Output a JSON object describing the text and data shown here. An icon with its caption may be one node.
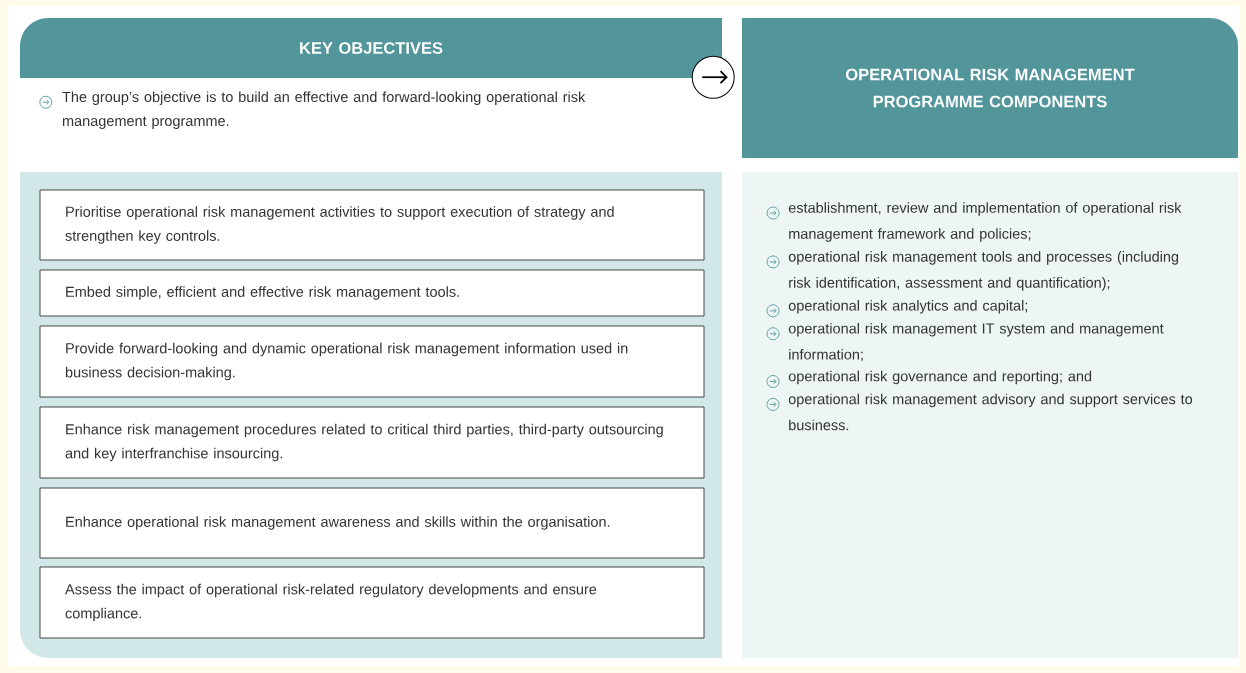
{
  "diagram": {
    "nodes": [
      {
        "text": [
          "KEY OBJECTIVES"
        ],
        "beside": [
          "The group’s objective is to build an effective and forward-looking operational risk management programme."
        ]
      },
      {
        "text": [
          "OPERATIONAL RISK MANAGEMENT PROGRAMME COMPONENTS"
        ]
      },
      {
        "text": [],
        "shape": "box"
      },
      {
        "text": [
          "Prioritise operational risk management activities to support execution of strategy and strengthen key controls."
        ],
        "in": 2
      },
      {
        "text": [
          "Embed simple, efficient and effective risk management tools."
        ],
        "in": 2
      },
      {
        "text": [
          "Provide forward-looking and dynamic operational risk management information used in business decision-making."
        ],
        "in": 2
      },
      {
        "text": [
          "Enhance risk management procedures related to critical third parties, third-party outsourcing and key interfranchise insourcing."
        ],
        "in": 2
      },
      {
        "text": [
          "Enhance operational risk management awareness and skills within the organisation."
        ],
        "in": 2
      },
      {
        "text": [
          "Assess the impact of operational risk-related regulatory developments and ensure compliance."
        ],
        "in": 2
      },
      {
        "text": [
          "establishment, review and implementation of operational risk management framework and policies;",
          "operational risk management tools and processes (including risk identification, assessment and quantification);",
          "operational risk analytics and capital;",
          "operational risk management IT system and management information;",
          "operational risk governance and reporting; and",
          "operational risk management advisory and support services to business."
        ]
      }
    ],
    "edges": [
      {
        "from": 0,
        "to": 1,
        "arrow": "to"
      }
    ]
  }
}
